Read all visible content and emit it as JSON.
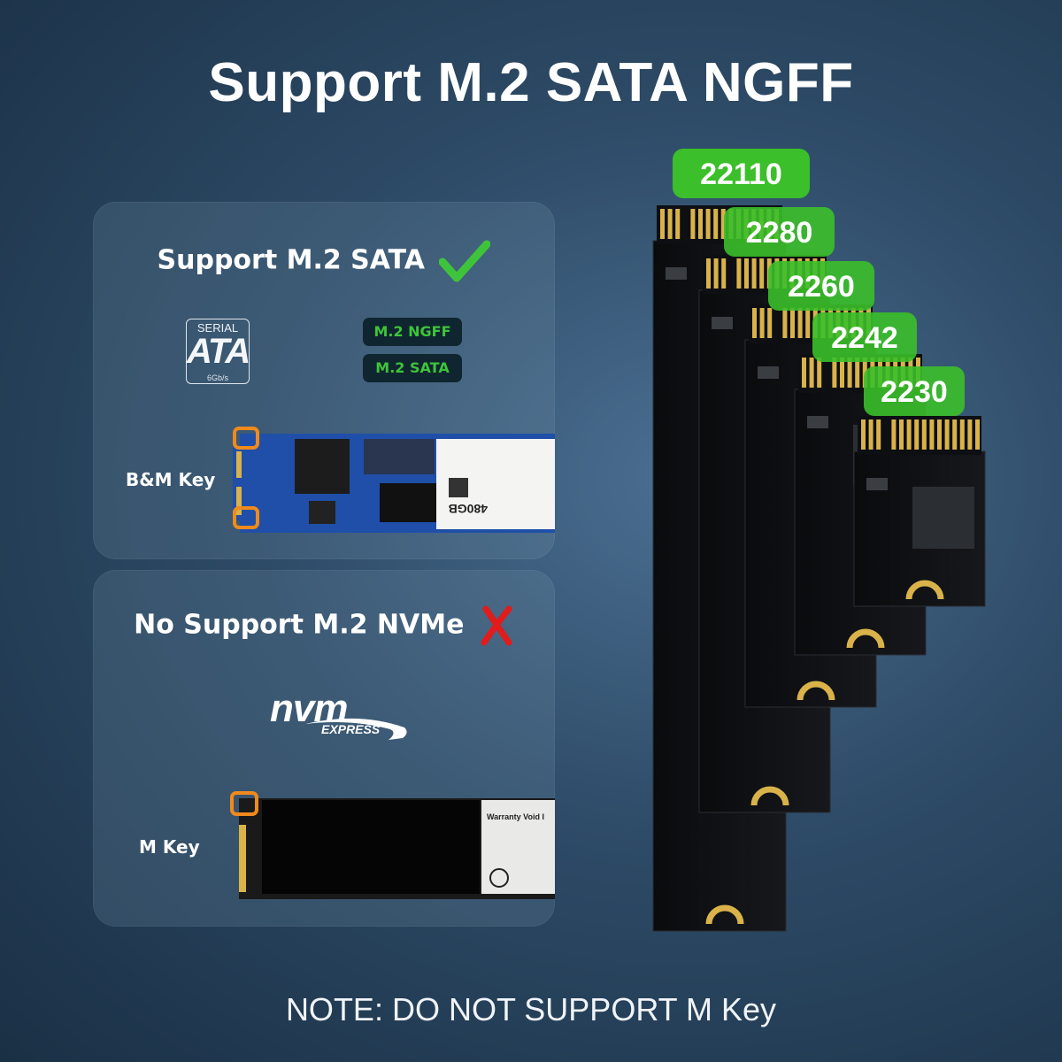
{
  "title": "Support M.2 SATA NGFF",
  "sata_panel": {
    "heading": "Support M.2 SATA",
    "logo_top": "SERIAL",
    "logo_main": "ATA",
    "logo_bottom": "6Gb/s",
    "badges": [
      "M.2 NGFF",
      "M.2 SATA"
    ],
    "key_label": "B&M Key",
    "ssd_capacity": "480GB",
    "status_icon": "check-icon",
    "status_color": "#3ec43a"
  },
  "nvme_panel": {
    "heading": "No Support M.2 NVMe",
    "logo_main": "nvm",
    "logo_sub": "EXPRESS",
    "key_label": "M Key",
    "ssd_label": "Warranty Void I",
    "status_icon": "cross-icon",
    "status_color": "#e21b1b"
  },
  "sizes": [
    "22110",
    "2280",
    "2260",
    "2242",
    "2230"
  ],
  "note": "NOTE: DO NOT SUPPORT M Key",
  "colors": {
    "tag_green": "#3bbf2a",
    "pcb": "#0d0f12",
    "gold": "#d9b24a"
  }
}
